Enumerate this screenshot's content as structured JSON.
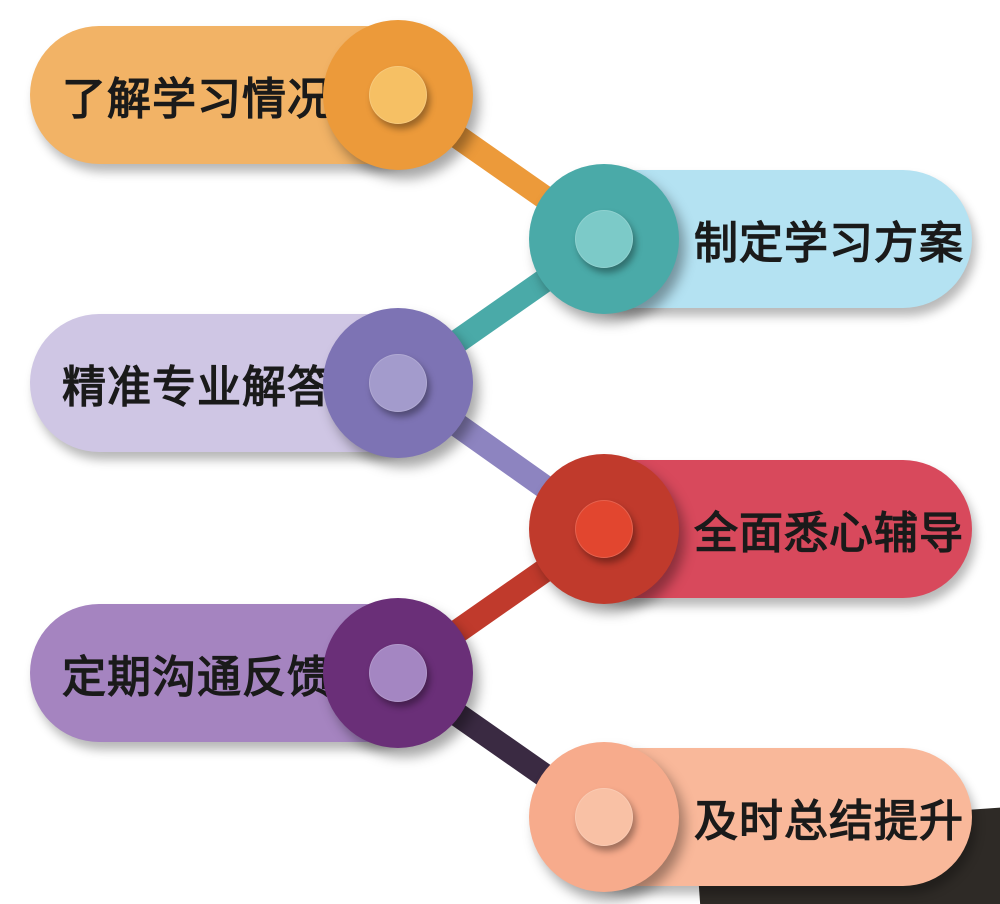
{
  "steps": [
    {
      "label": "了解学习情况",
      "side": "left",
      "pill_color": "#f2b366",
      "node_color": "#ec9a3a",
      "dot_color": "#f6c064",
      "link_color": "#ec9a3a"
    },
    {
      "label": "制定学习方案",
      "side": "right",
      "pill_color": "#b4e2f2",
      "node_color": "#4aaaa8",
      "dot_color": "#7ccac8",
      "link_color": "#4aaaa8"
    },
    {
      "label": "精准专业解答",
      "side": "left",
      "pill_color": "#cfc6e4",
      "node_color": "#7d73b4",
      "dot_color": "#a39bcc",
      "link_color": "#8d84c0"
    },
    {
      "label": "全面悉心辅导",
      "side": "right",
      "pill_color": "#d8495c",
      "node_color": "#c03a2c",
      "dot_color": "#e2462f",
      "link_color": "#c03a2c"
    },
    {
      "label": "定期沟通反馈",
      "side": "left",
      "pill_color": "#a584c0",
      "node_color": "#6a2f78",
      "dot_color": "#a486c2",
      "link_color": "#3a2a42"
    },
    {
      "label": "及时总结提升",
      "side": "right",
      "pill_color": "#f9b89a",
      "node_color": "#f7ab8c",
      "dot_color": "#f9c1a5"
    }
  ]
}
